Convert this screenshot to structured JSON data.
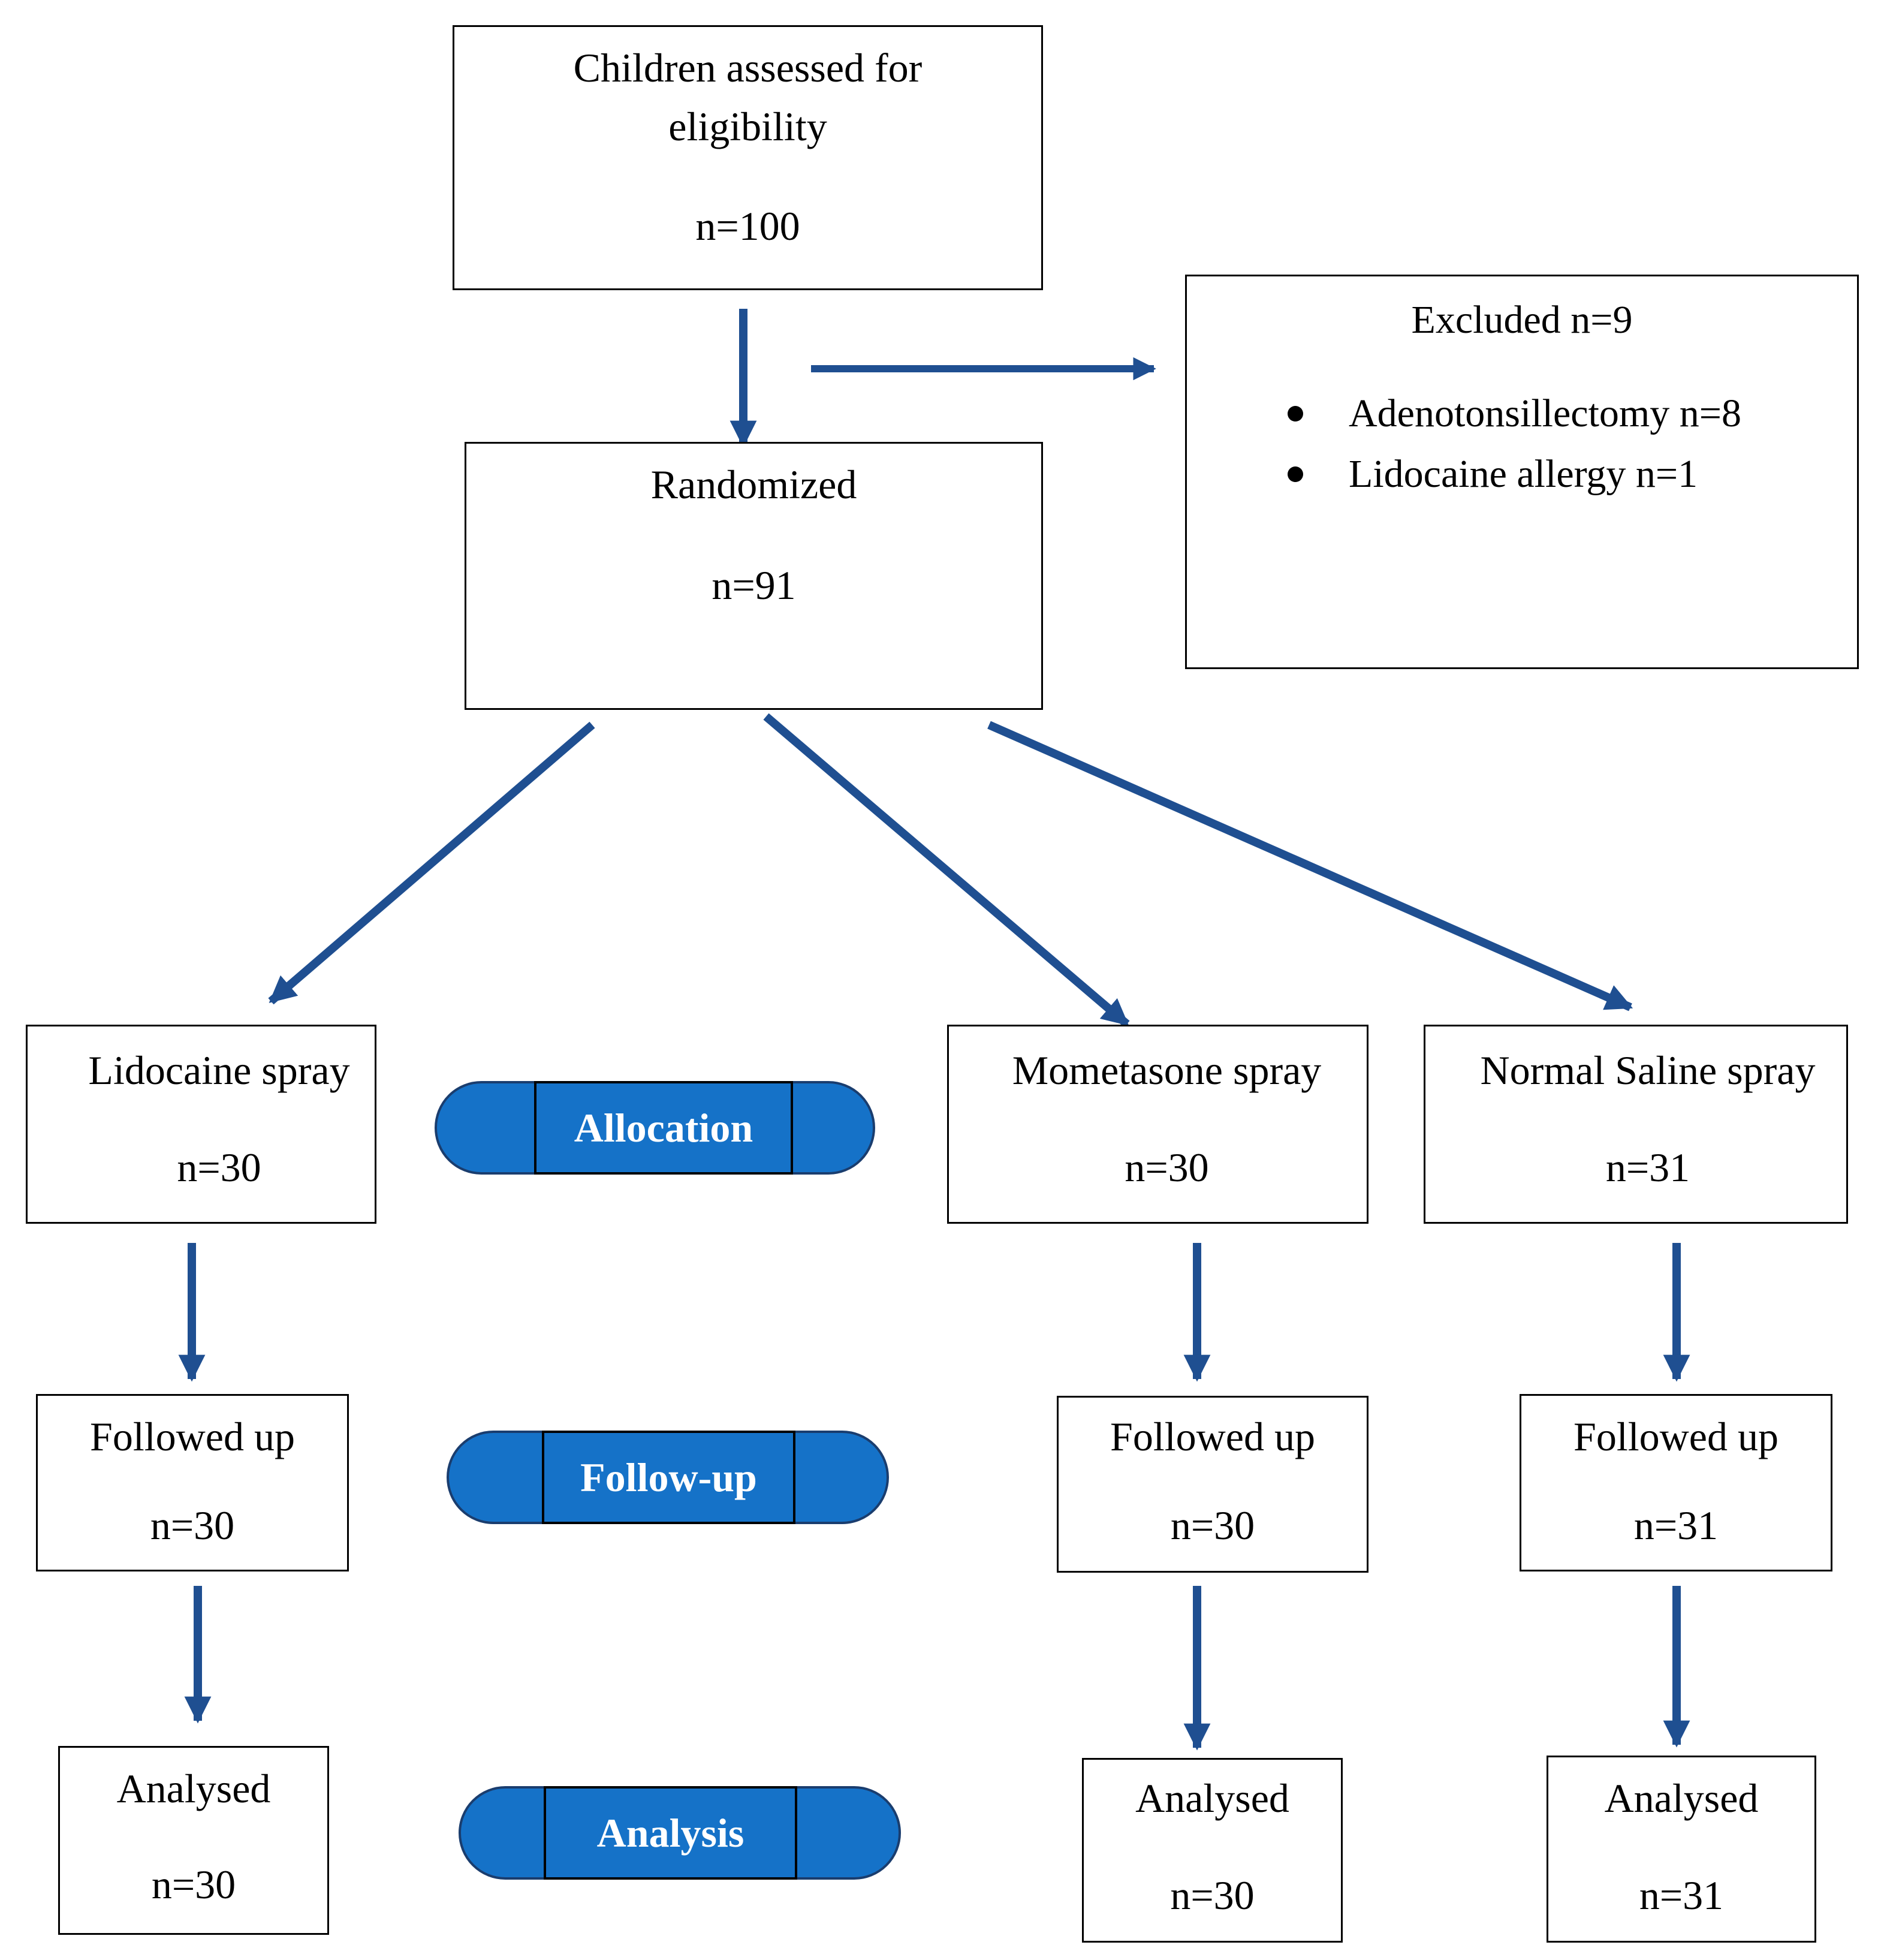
{
  "enrollment": {
    "line1": "Children assessed for",
    "line2": "eligibility",
    "count": "n=100"
  },
  "excluded": {
    "title": "Excluded n=9",
    "items": [
      "Adenotonsillectomy n=8",
      "Lidocaine allergy n=1"
    ]
  },
  "randomized": {
    "label": "Randomized",
    "count": "n=91"
  },
  "phases": {
    "allocation": "Allocation",
    "followup": "Follow-up",
    "analysis": "Analysis"
  },
  "arms": [
    {
      "allocation": {
        "label": "Lidocaine spray",
        "count": "n=30"
      },
      "followup": {
        "label": "Followed up",
        "count": "n=30"
      },
      "analysis": {
        "label": "Analysed",
        "count": "n=30"
      }
    },
    {
      "allocation": {
        "label": "Mometasone spray",
        "count": "n=30"
      },
      "followup": {
        "label": "Followed up",
        "count": "n=30"
      },
      "analysis": {
        "label": "Analysed",
        "count": "n=30"
      }
    },
    {
      "allocation": {
        "label": "Normal Saline spray",
        "count": "n=31"
      },
      "followup": {
        "label": "Followed up",
        "count": "n=31"
      },
      "analysis": {
        "label": "Analysed",
        "count": "n=31"
      }
    }
  ],
  "colors": {
    "arrow": "#1f4f91",
    "pill_fill": "#1572c8",
    "pill_border": "#1a3d6e"
  }
}
